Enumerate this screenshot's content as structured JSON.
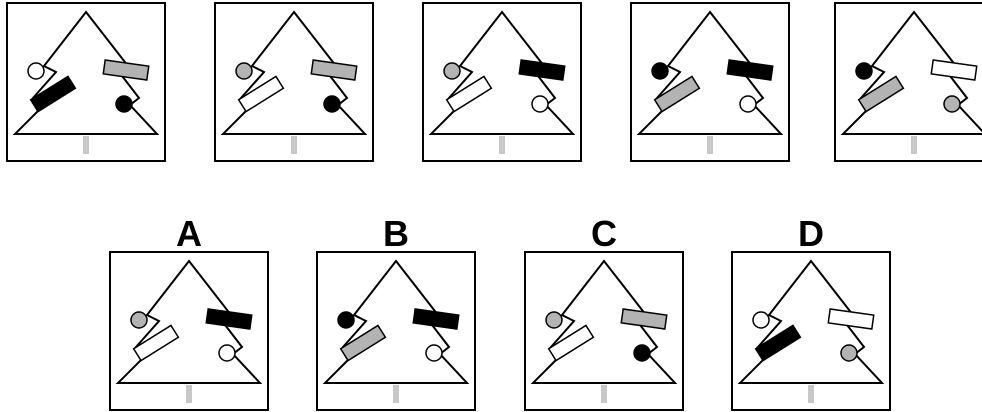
{
  "colors": {
    "black": "#000000",
    "gray": "#b3b3b3",
    "white": "#ffffff",
    "trunk": "#c8c8c8"
  },
  "question_row": [
    {
      "circle_left": "white",
      "circle_right": "black",
      "bar_left": "black",
      "bar_right": "gray"
    },
    {
      "circle_left": "gray",
      "circle_right": "black",
      "bar_left": "white",
      "bar_right": "gray"
    },
    {
      "circle_left": "gray",
      "circle_right": "white",
      "bar_left": "white",
      "bar_right": "black"
    },
    {
      "circle_left": "black",
      "circle_right": "white",
      "bar_left": "gray",
      "bar_right": "black"
    },
    {
      "circle_left": "black",
      "circle_right": "gray",
      "bar_left": "gray",
      "bar_right": "white"
    }
  ],
  "answer_options": [
    {
      "label": "A",
      "circle_left": "gray",
      "circle_right": "white",
      "bar_left": "white",
      "bar_right": "black"
    },
    {
      "label": "B",
      "circle_left": "black",
      "circle_right": "white",
      "bar_left": "gray",
      "bar_right": "black"
    },
    {
      "label": "C",
      "circle_left": "gray",
      "circle_right": "black",
      "bar_left": "white",
      "bar_right": "gray"
    },
    {
      "label": "D",
      "circle_left": "white",
      "circle_right": "gray",
      "bar_left": "black",
      "bar_right": "white"
    }
  ]
}
